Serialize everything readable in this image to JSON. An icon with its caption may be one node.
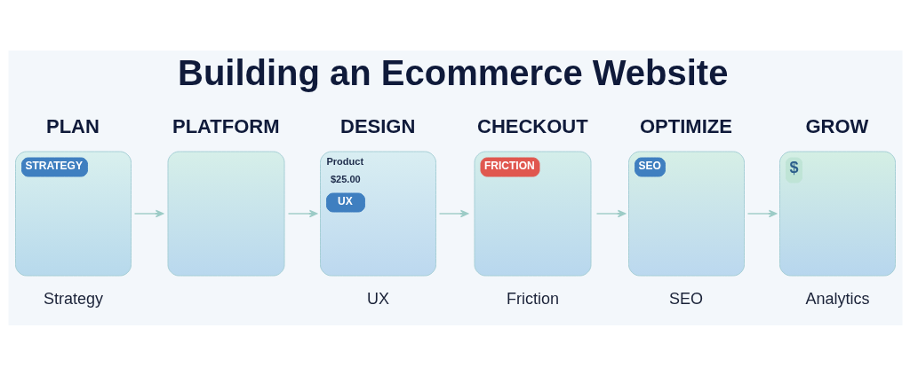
{
  "diagram": {
    "title": "Building an Ecommerce Website",
    "nodes": [
      {
        "text": [
          "PLAN",
          "STRATEGY"
        ],
        "beside": [
          "Strategy"
        ]
      },
      {
        "text": [
          "PLATFORM"
        ]
      },
      {
        "text": [
          "DESIGN",
          "Product",
          "$25.00",
          "UX"
        ],
        "beside": [
          "UX"
        ]
      },
      {
        "text": [
          "CHECKOUT",
          "FRICTION"
        ],
        "beside": [
          "Friction"
        ]
      },
      {
        "text": [
          "OPTIMIZE",
          "SEO"
        ],
        "beside": [
          "SEO"
        ]
      },
      {
        "text": [
          "GROW",
          "$"
        ],
        "beside": [
          "Analytics"
        ]
      }
    ],
    "edges": [
      {
        "from": 0,
        "to": 1,
        "arrow": "to"
      },
      {
        "from": 1,
        "to": 2,
        "arrow": "to"
      },
      {
        "from": 2,
        "to": 3,
        "arrow": "to"
      },
      {
        "from": 3,
        "to": 4,
        "arrow": "to"
      },
      {
        "from": 4,
        "to": 5,
        "arrow": "to"
      }
    ]
  }
}
